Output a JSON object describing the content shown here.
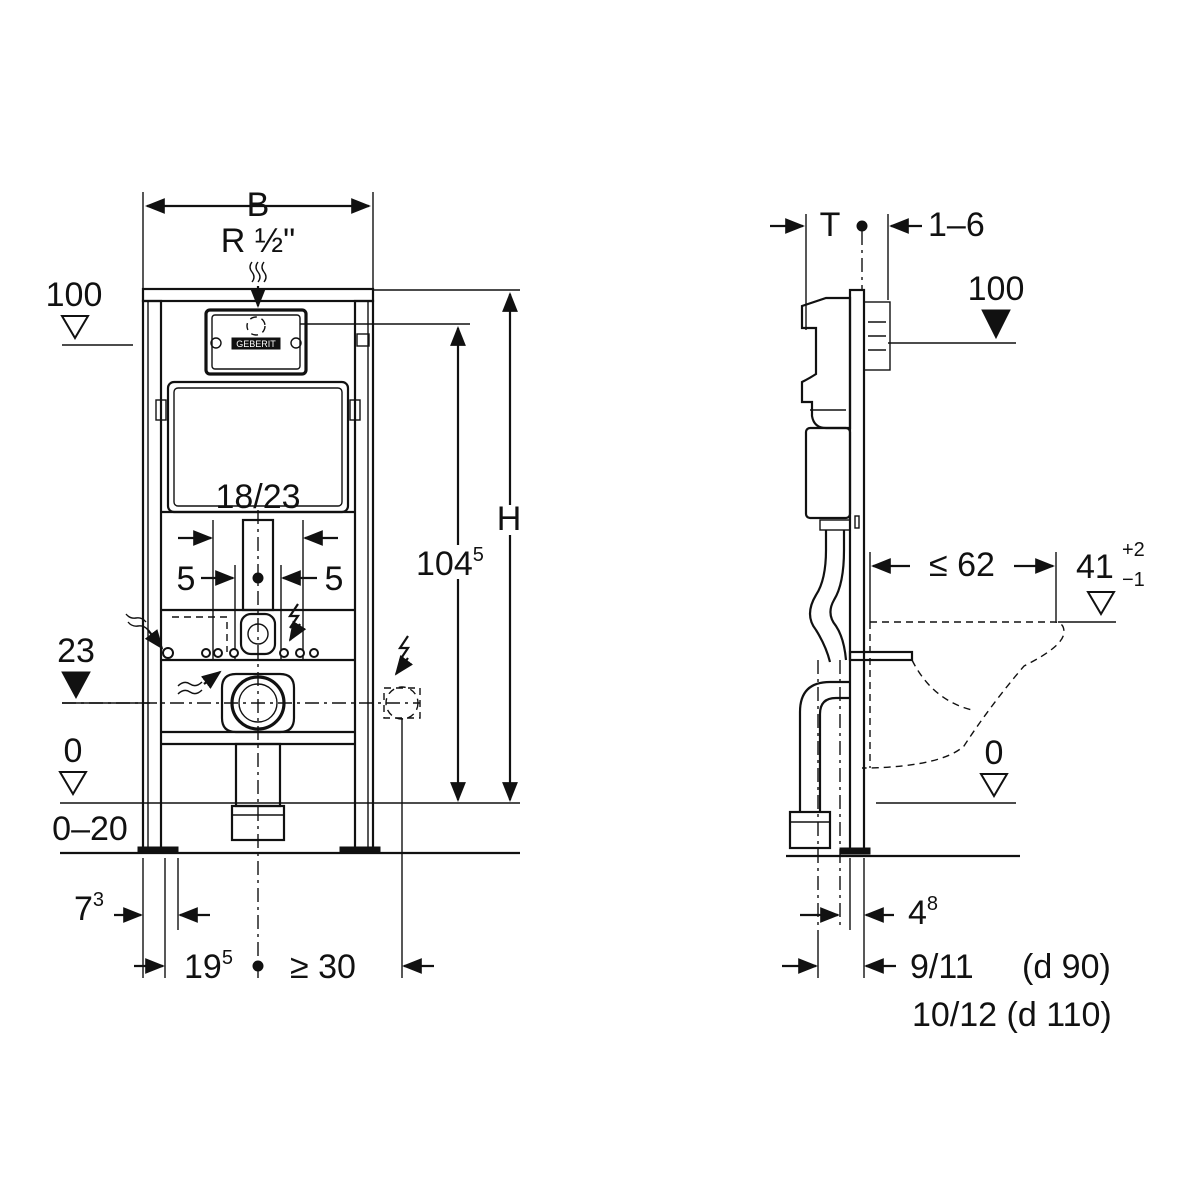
{
  "front_view": {
    "width_label": "B",
    "connection_label": "R ½\"",
    "height_label": "H",
    "height_value": "104",
    "height_value_sup": "5",
    "level_top": "100",
    "level_23": "23",
    "level_zero": "0",
    "floor_range": "0–20",
    "pipe_spacing": "18/23",
    "offset_left": "5",
    "offset_right": "5",
    "dim_73": "7",
    "dim_73_sup": "3",
    "dim_195": "19",
    "dim_195_sup": "5",
    "dim_min_30": "≥ 30",
    "brand_mark": "GEBERIT"
  },
  "side_view": {
    "depth_label": "T",
    "adjust_range": "1–6",
    "level_top": "100",
    "bowl_projection": "≤ 62",
    "bowl_height": "41",
    "bowl_height_tol_plus": "+2",
    "bowl_height_tol_minus": "−1",
    "level_zero": "0",
    "dim_48": "4",
    "dim_48_sup": "8",
    "dim_911": "9/11",
    "dim_911_note": "(d 90)",
    "dim_1012": "10/12 (d 110)"
  }
}
